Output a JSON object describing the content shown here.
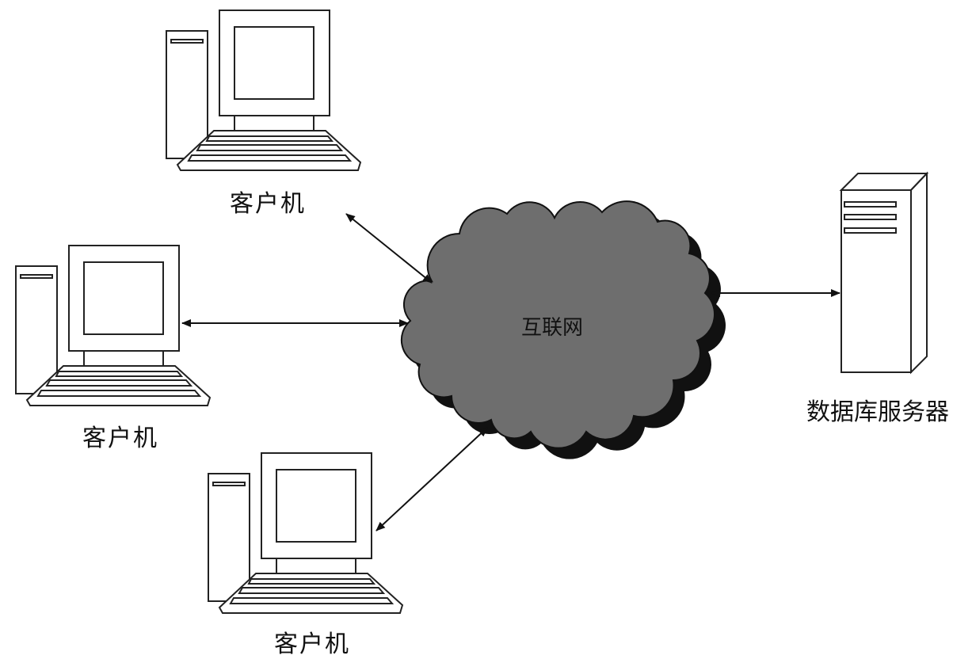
{
  "nodes": {
    "client_top": {
      "label": "客户机"
    },
    "client_left": {
      "label": "客户机"
    },
    "client_bottom": {
      "label": "客户机"
    },
    "internet": {
      "label": "互联网"
    },
    "db_server": {
      "label": "数据库服务器"
    }
  },
  "colors": {
    "cloud": "#6e6e6e",
    "cloud_shadow": "#111111",
    "stroke": "#222222"
  }
}
